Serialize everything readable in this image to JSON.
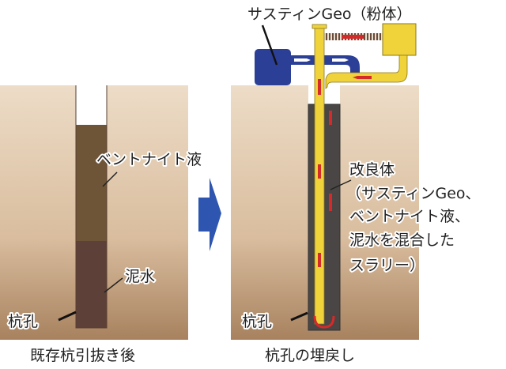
{
  "left_panel": {
    "caption": "既存杭引抜き後",
    "label_bentonite": "ベントナイト液",
    "label_mud": "泥水",
    "label_hole": "杭孔"
  },
  "right_panel": {
    "caption": "杭孔の埋戻し",
    "label_material": "サスティンGeo（粉体）",
    "label_improved_lines": [
      "改良体",
      "（サスティンGeo、",
      "ベントナイト液、",
      "泥水を混合した",
      "スラリー）"
    ],
    "label_hole": "杭孔"
  },
  "colors": {
    "ground_top": "#ecd9c3",
    "ground_bottom": "#b08a66",
    "bentonite": "#6f5538",
    "mud": "#5d4038",
    "slurry": "#4a4646",
    "pipe": "#f0d23a",
    "tank": "#2c3f96",
    "flow_arrow": "#d42a2a",
    "step_arrow": "#2e56b0"
  }
}
